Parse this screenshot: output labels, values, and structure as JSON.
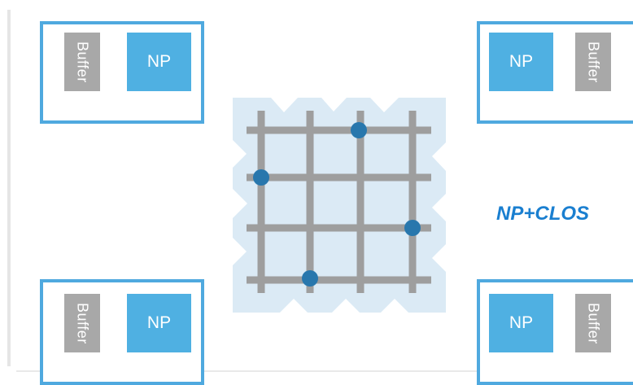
{
  "modules": [
    {
      "np_label": "NP",
      "buffer_label": "Buffer"
    },
    {
      "np_label": "NP",
      "buffer_label": "Buffer"
    },
    {
      "np_label": "NP",
      "buffer_label": "Buffer"
    },
    {
      "np_label": "NP",
      "buffer_label": "Buffer"
    }
  ],
  "switch_label": "NP+CLOS",
  "colors": {
    "module_border": "#4fa9df",
    "np_fill": "#4fb0e2",
    "buffer_fill": "#a8a8a8",
    "grid_line": "#9e9e9e",
    "grid_background": "#dbeaf5",
    "crosspoint": "#2877ad",
    "label": "#1a7fd0"
  }
}
